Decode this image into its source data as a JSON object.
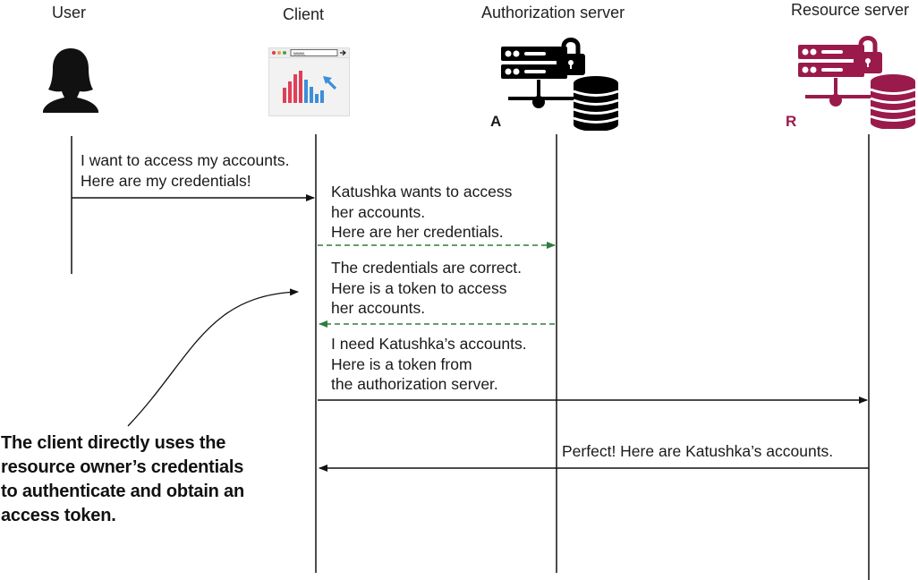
{
  "actors": {
    "user": {
      "label": "User",
      "icon": "user-silhouette-icon"
    },
    "client": {
      "label": "Client",
      "icon": "browser-chart-icon"
    },
    "auth_server": {
      "label": "Authorization server",
      "letter": "A",
      "icon": "server-database-lock-icon",
      "color": "#000000"
    },
    "resource_server": {
      "label": "Resource server",
      "letter": "R",
      "icon": "server-database-lock-icon",
      "color": "#9a1b4b"
    }
  },
  "messages": {
    "m1": [
      "I want to access my accounts.",
      "Here are my credentials!"
    ],
    "m2": [
      "Katushka wants to access",
      "her accounts.",
      "Here are her credentials."
    ],
    "m3": [
      "The credentials are correct.",
      "Here is a token to access",
      "her accounts."
    ],
    "m4": [
      "I need Katushka’s accounts.",
      "Here is a token from",
      "the authorization server."
    ],
    "m5": [
      "Perfect! Here are Katushka’s accounts."
    ]
  },
  "note": [
    "The client directly uses the",
    "resource owner’s credentials",
    "to authenticate and obtain an",
    "access token."
  ],
  "colors": {
    "dashed_arrow": "#2e7d3e",
    "solid_arrow": "#111111",
    "resource_accent": "#9a1b4b"
  },
  "client_icon": {
    "url_text": "www."
  }
}
